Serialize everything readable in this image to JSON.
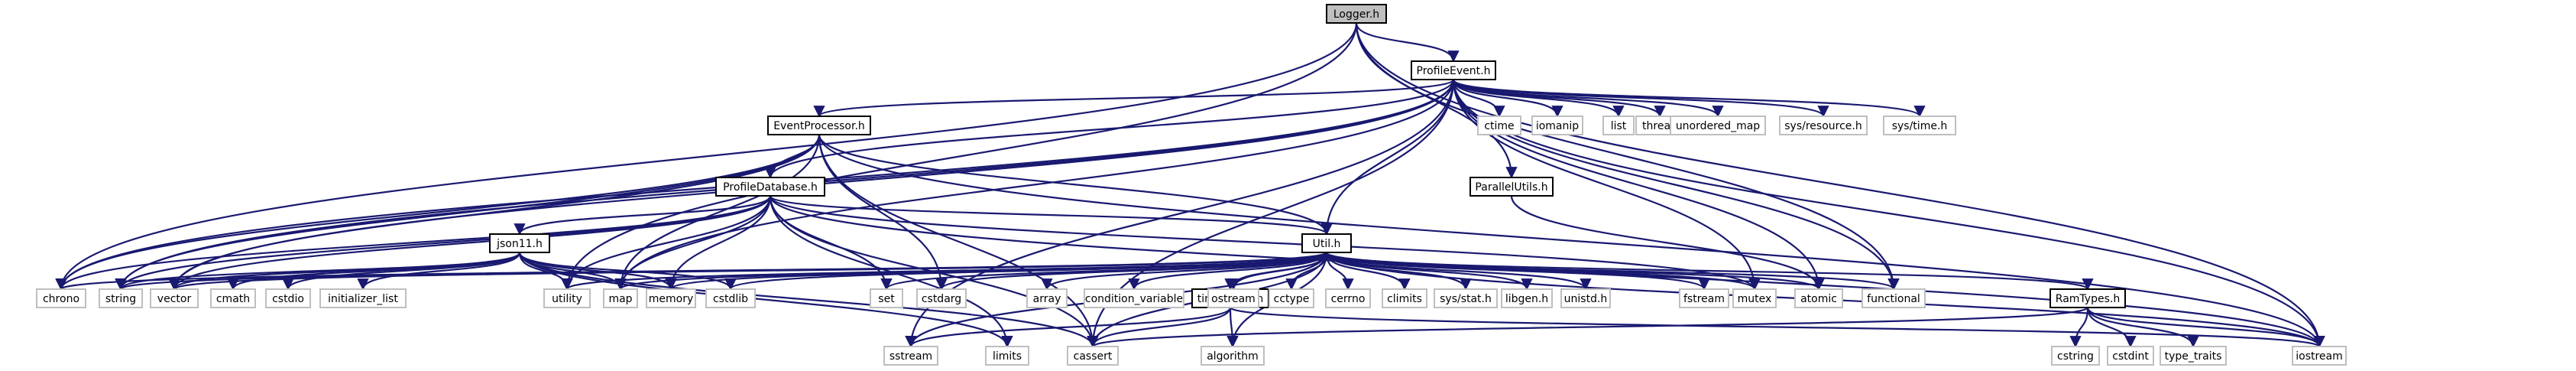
{
  "graph": {
    "title": "Logger.h",
    "nodes": [
      {
        "id": "logger",
        "label": "Logger.h",
        "kind": "root"
      },
      {
        "id": "profileevent",
        "label": "ProfileEvent.h",
        "kind": "file"
      },
      {
        "id": "eventprocessor",
        "label": "EventProcessor.h",
        "kind": "file"
      },
      {
        "id": "profiledatabase",
        "label": "ProfileDatabase.h",
        "kind": "file"
      },
      {
        "id": "parallelutils",
        "label": "ParallelUtils.h",
        "kind": "file"
      },
      {
        "id": "json11",
        "label": "json11.h",
        "kind": "file"
      },
      {
        "id": "util",
        "label": "Util.h",
        "kind": "file"
      },
      {
        "id": "tinyformat",
        "label": "tinyformat.h",
        "kind": "file"
      },
      {
        "id": "ramtypes",
        "label": "RamTypes.h",
        "kind": "file"
      },
      {
        "id": "ctime",
        "label": "ctime",
        "kind": "system"
      },
      {
        "id": "iomanip",
        "label": "iomanip",
        "kind": "system"
      },
      {
        "id": "list",
        "label": "list",
        "kind": "system"
      },
      {
        "id": "thread",
        "label": "thread",
        "kind": "system"
      },
      {
        "id": "unordered_map",
        "label": "unordered_map",
        "kind": "system"
      },
      {
        "id": "sysresource",
        "label": "sys/resource.h",
        "kind": "system"
      },
      {
        "id": "systime",
        "label": "sys/time.h",
        "kind": "system"
      },
      {
        "id": "chrono",
        "label": "chrono",
        "kind": "system"
      },
      {
        "id": "string",
        "label": "string",
        "kind": "system"
      },
      {
        "id": "vector",
        "label": "vector",
        "kind": "system"
      },
      {
        "id": "cmath",
        "label": "cmath",
        "kind": "system"
      },
      {
        "id": "cstdio",
        "label": "cstdio",
        "kind": "system"
      },
      {
        "id": "initializer_list",
        "label": "initializer_list",
        "kind": "system"
      },
      {
        "id": "utility",
        "label": "utility",
        "kind": "system"
      },
      {
        "id": "map",
        "label": "map",
        "kind": "system"
      },
      {
        "id": "memory",
        "label": "memory",
        "kind": "system"
      },
      {
        "id": "cstdlib",
        "label": "cstdlib",
        "kind": "system"
      },
      {
        "id": "set",
        "label": "set",
        "kind": "system"
      },
      {
        "id": "cstdarg",
        "label": "cstdarg",
        "kind": "system"
      },
      {
        "id": "array",
        "label": "array",
        "kind": "system"
      },
      {
        "id": "condition_variable",
        "label": "condition_variable",
        "kind": "system"
      },
      {
        "id": "ostream",
        "label": "ostream",
        "kind": "system"
      },
      {
        "id": "cctype",
        "label": "cctype",
        "kind": "system"
      },
      {
        "id": "cerrno",
        "label": "cerrno",
        "kind": "system"
      },
      {
        "id": "climits",
        "label": "climits",
        "kind": "system"
      },
      {
        "id": "sysstat",
        "label": "sys/stat.h",
        "kind": "system"
      },
      {
        "id": "libgen",
        "label": "libgen.h",
        "kind": "system"
      },
      {
        "id": "unistd",
        "label": "unistd.h",
        "kind": "system"
      },
      {
        "id": "fstream",
        "label": "fstream",
        "kind": "system"
      },
      {
        "id": "mutex",
        "label": "mutex",
        "kind": "system"
      },
      {
        "id": "atomic",
        "label": "atomic",
        "kind": "system"
      },
      {
        "id": "functional",
        "label": "functional",
        "kind": "system"
      },
      {
        "id": "sstream",
        "label": "sstream",
        "kind": "system"
      },
      {
        "id": "limits",
        "label": "limits",
        "kind": "system"
      },
      {
        "id": "cassert",
        "label": "cassert",
        "kind": "system"
      },
      {
        "id": "algorithm",
        "label": "algorithm",
        "kind": "system"
      },
      {
        "id": "cstring",
        "label": "cstring",
        "kind": "system"
      },
      {
        "id": "cstdint",
        "label": "cstdint",
        "kind": "system"
      },
      {
        "id": "type_traits",
        "label": "type_traits",
        "kind": "system"
      },
      {
        "id": "iostream",
        "label": "iostream",
        "kind": "system"
      }
    ],
    "edges": [
      [
        "logger",
        "profileevent"
      ],
      [
        "logger",
        "parallelutils"
      ],
      [
        "logger",
        "chrono"
      ],
      [
        "logger",
        "utility"
      ],
      [
        "logger",
        "functional"
      ],
      [
        "logger",
        "iostream"
      ],
      [
        "profileevent",
        "eventprocessor"
      ],
      [
        "profileevent",
        "profiledatabase"
      ],
      [
        "profileevent",
        "util"
      ],
      [
        "profileevent",
        "ctime"
      ],
      [
        "profileevent",
        "iomanip"
      ],
      [
        "profileevent",
        "list"
      ],
      [
        "profileevent",
        "thread"
      ],
      [
        "profileevent",
        "unordered_map"
      ],
      [
        "profileevent",
        "sysresource"
      ],
      [
        "profileevent",
        "systime"
      ],
      [
        "profileevent",
        "chrono"
      ],
      [
        "profileevent",
        "string"
      ],
      [
        "profileevent",
        "vector"
      ],
      [
        "profileevent",
        "map"
      ],
      [
        "profileevent",
        "cassert"
      ],
      [
        "profileevent",
        "mutex"
      ],
      [
        "profileevent",
        "atomic"
      ],
      [
        "profileevent",
        "functional"
      ],
      [
        "profileevent",
        "iostream"
      ],
      [
        "profileevent",
        "sstream"
      ],
      [
        "eventprocessor",
        "profiledatabase"
      ],
      [
        "eventprocessor",
        "util"
      ],
      [
        "eventprocessor",
        "chrono"
      ],
      [
        "eventprocessor",
        "string"
      ],
      [
        "eventprocessor",
        "vector"
      ],
      [
        "eventprocessor",
        "map"
      ],
      [
        "eventprocessor",
        "cstdarg"
      ],
      [
        "eventprocessor",
        "cassert"
      ],
      [
        "eventprocessor",
        "iostream"
      ],
      [
        "profiledatabase",
        "json11"
      ],
      [
        "profiledatabase",
        "util"
      ],
      [
        "profiledatabase",
        "chrono"
      ],
      [
        "profiledatabase",
        "string"
      ],
      [
        "profiledatabase",
        "vector"
      ],
      [
        "profiledatabase",
        "utility"
      ],
      [
        "profiledatabase",
        "map"
      ],
      [
        "profiledatabase",
        "memory"
      ],
      [
        "profiledatabase",
        "set"
      ],
      [
        "profiledatabase",
        "cassert"
      ],
      [
        "profiledatabase",
        "limits"
      ],
      [
        "profiledatabase",
        "mutex"
      ],
      [
        "profiledatabase",
        "iostream"
      ],
      [
        "parallelutils",
        "atomic"
      ],
      [
        "json11",
        "string"
      ],
      [
        "json11",
        "vector"
      ],
      [
        "json11",
        "cmath"
      ],
      [
        "json11",
        "cstdio"
      ],
      [
        "json11",
        "initializer_list"
      ],
      [
        "json11",
        "utility"
      ],
      [
        "json11",
        "map"
      ],
      [
        "json11",
        "memory"
      ],
      [
        "json11",
        "cstdlib"
      ],
      [
        "json11",
        "limits"
      ],
      [
        "json11",
        "cassert"
      ],
      [
        "util",
        "chrono"
      ],
      [
        "util",
        "string"
      ],
      [
        "util",
        "vector"
      ],
      [
        "util",
        "utility"
      ],
      [
        "util",
        "map"
      ],
      [
        "util",
        "memory"
      ],
      [
        "util",
        "cstdlib"
      ],
      [
        "util",
        "set"
      ],
      [
        "util",
        "cstdarg"
      ],
      [
        "util",
        "array"
      ],
      [
        "util",
        "condition_variable"
      ],
      [
        "util",
        "ostream"
      ],
      [
        "util",
        "cctype"
      ],
      [
        "util",
        "cerrno"
      ],
      [
        "util",
        "climits"
      ],
      [
        "util",
        "sysstat"
      ],
      [
        "util",
        "libgen"
      ],
      [
        "util",
        "unistd"
      ],
      [
        "util",
        "fstream"
      ],
      [
        "util",
        "mutex"
      ],
      [
        "util",
        "atomic"
      ],
      [
        "util",
        "functional"
      ],
      [
        "util",
        "tinyformat"
      ],
      [
        "util",
        "ramtypes"
      ],
      [
        "util",
        "algorithm"
      ],
      [
        "util",
        "cassert"
      ],
      [
        "util",
        "sstream"
      ],
      [
        "util",
        "iostream"
      ],
      [
        "tinyformat",
        "cassert"
      ],
      [
        "tinyformat",
        "algorithm"
      ],
      [
        "tinyformat",
        "sstream"
      ],
      [
        "tinyformat",
        "iostream"
      ],
      [
        "ramtypes",
        "cassert"
      ],
      [
        "ramtypes",
        "cstring"
      ],
      [
        "ramtypes",
        "cstdint"
      ],
      [
        "ramtypes",
        "type_traits"
      ],
      [
        "ramtypes",
        "iostream"
      ]
    ]
  }
}
